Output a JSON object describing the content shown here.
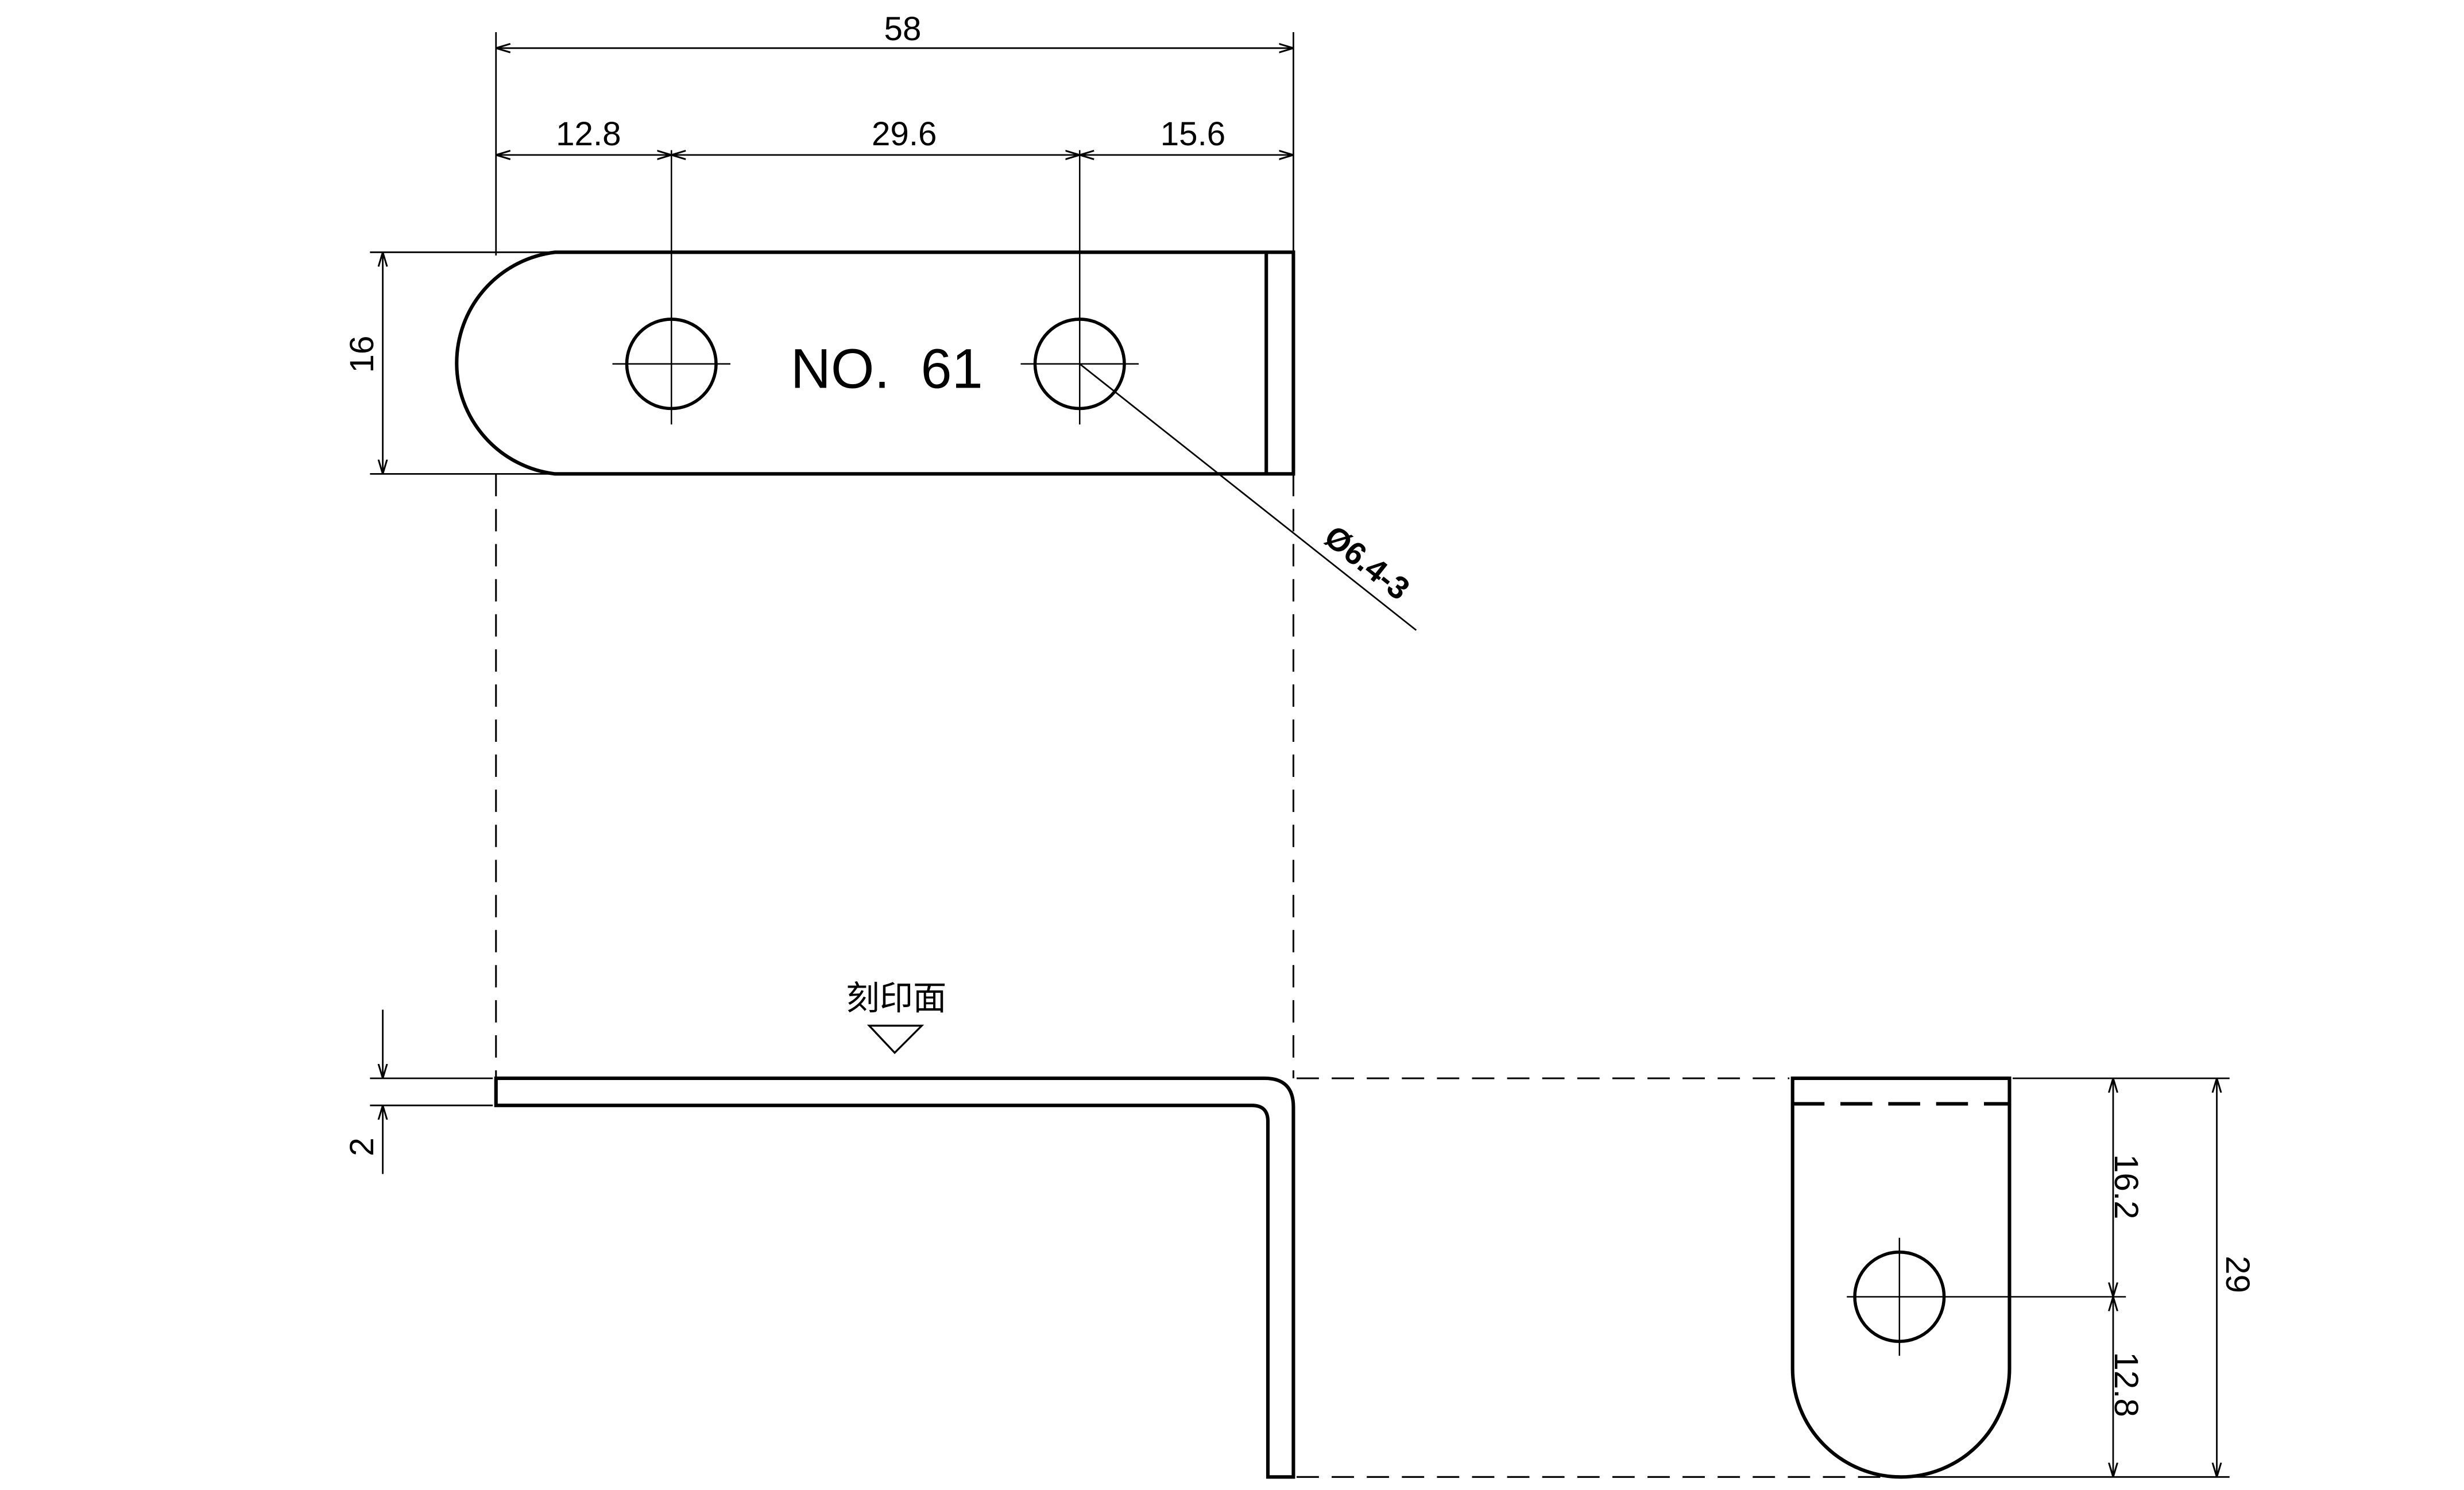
{
  "part_label": "NO.  61",
  "stamp_face_label": "刻印面",
  "hole_callout": "Ø6.4-3",
  "dimensions": {
    "overall_length": "58",
    "edge_to_hole1": "12.8",
    "hole_pitch": "29.6",
    "hole2_to_end": "15.6",
    "width": "16",
    "thickness": "2",
    "upper_to_hole": "16.2",
    "hole_to_bottom": "12.8",
    "flange_height": "29"
  }
}
